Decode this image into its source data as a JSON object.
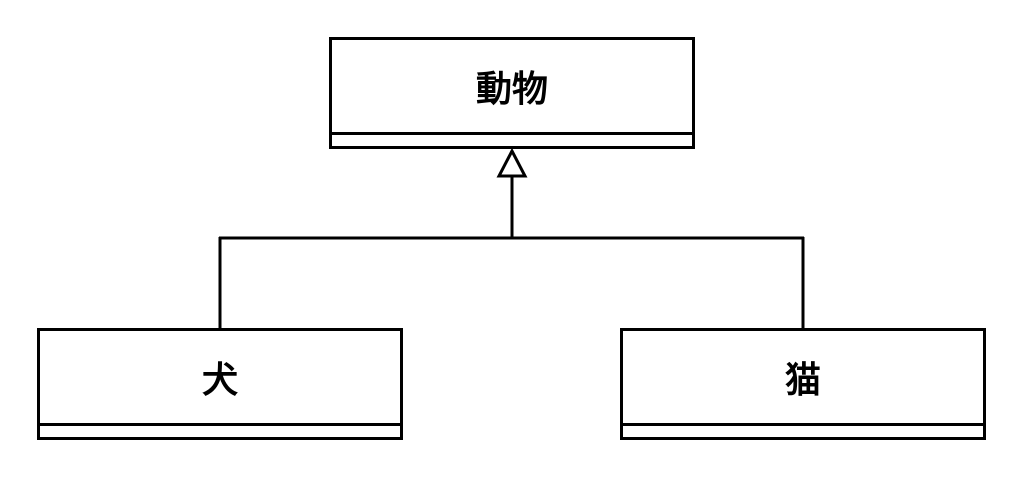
{
  "diagram": {
    "type": "uml-class-inheritance",
    "parent": {
      "name": "動物"
    },
    "children": [
      {
        "name": "犬"
      },
      {
        "name": "猫"
      }
    ],
    "colors": {
      "stroke": "#000000",
      "background": "#ffffff"
    },
    "arrow_icon": "hollow-triangle-arrowhead"
  }
}
